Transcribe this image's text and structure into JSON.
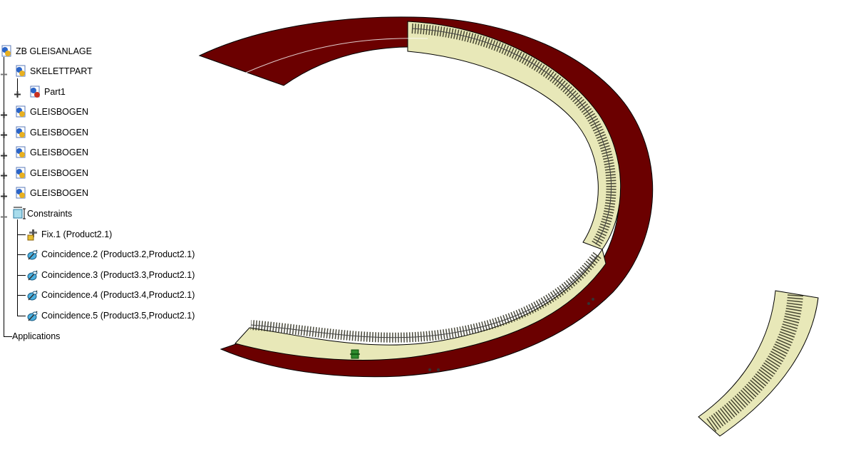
{
  "tree": {
    "root": {
      "label": "ZB GLEISANLAGE",
      "icon": "product-icon"
    },
    "items": [
      {
        "label": "SKELETTPART",
        "icon": "product-icon"
      },
      {
        "label": "Part1",
        "icon": "part-icon"
      },
      {
        "label": "GLEISBOGEN",
        "icon": "product-icon"
      },
      {
        "label": "GLEISBOGEN",
        "icon": "product-icon"
      },
      {
        "label": "GLEISBOGEN",
        "icon": "product-icon"
      },
      {
        "label": "GLEISBOGEN",
        "icon": "product-icon"
      },
      {
        "label": "GLEISBOGEN",
        "icon": "product-icon"
      },
      {
        "label": "Constraints",
        "icon": "constraints-icon"
      },
      {
        "label": "Fix.1 (Product2.1)",
        "icon": "fix-constraint-icon"
      },
      {
        "label": "Coincidence.2 (Product3.2,Product2.1)",
        "icon": "coincidence-icon"
      },
      {
        "label": "Coincidence.3 (Product3.3,Product2.1)",
        "icon": "coincidence-icon"
      },
      {
        "label": "Coincidence.4 (Product3.4,Product2.1)",
        "icon": "coincidence-icon"
      },
      {
        "label": "Coincidence.5 (Product3.5,Product2.1)",
        "icon": "coincidence-icon"
      }
    ],
    "applications": "Applications"
  },
  "colors": {
    "ring": "#6b0000",
    "rail": "#e8e8b8",
    "rail_dark": "#c8c890",
    "ties": "#2a2a1a",
    "tree_line": "#000000"
  }
}
